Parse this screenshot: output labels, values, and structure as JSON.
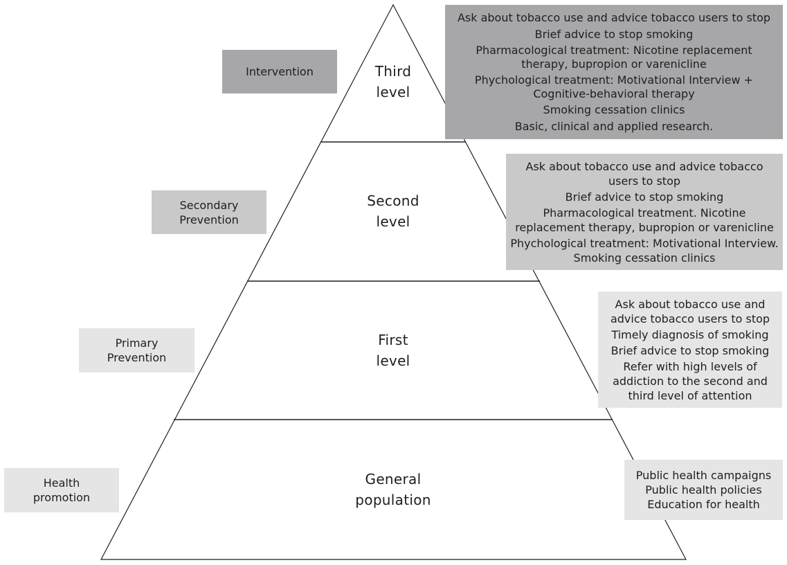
{
  "diagram": {
    "type": "pyramid",
    "colors": {
      "intervention": "#a7a7a9",
      "secondary_prevention": "#c9c9ca",
      "primary_prevention": "#e5e5e6",
      "health_promotion": "#e5e5e6",
      "outline": "#1e1e1e",
      "text": "#1e1e1e"
    },
    "levels": [
      {
        "name": [
          "Third",
          "level"
        ],
        "side_label": [
          "Intervention"
        ],
        "description": [
          "Ask about tobacco use and advice tobacco users to stop",
          "Brief advice to stop smoking",
          "Pharmacological treatment: Nicotine replacement",
          "therapy, bupropion or varenicline",
          "Phychological treatment: Motivational Interview +",
          "Cognitive-behavioral therapy",
          "Smoking cessation clinics",
          "Basic, clinical and applied research."
        ]
      },
      {
        "name": [
          "Second",
          "level"
        ],
        "side_label": [
          "Secondary",
          "Prevention"
        ],
        "description": [
          "Ask about tobacco use and advice tobacco",
          "users to stop",
          "Brief advice to stop smoking",
          "Pharmacological treatment. Nicotine",
          "replacement therapy, bupropion or varenicline",
          "Phychological treatment: Motivational Interview.",
          "Smoking cessation clinics"
        ]
      },
      {
        "name": [
          "First",
          "level"
        ],
        "side_label": [
          "Primary",
          "Prevention"
        ],
        "description": [
          "Ask about tobacco use and",
          "advice tobacco users to stop",
          "Timely diagnosis of smoking",
          "Brief advice to stop smoking",
          "Refer with high levels of",
          "addiction to the second and",
          "third level of attention"
        ]
      },
      {
        "name": [
          "General",
          "population"
        ],
        "side_label": [
          "Health",
          "promotion"
        ],
        "description": [
          "Public health campaigns",
          "Public health policies",
          "Education for health"
        ]
      }
    ]
  }
}
